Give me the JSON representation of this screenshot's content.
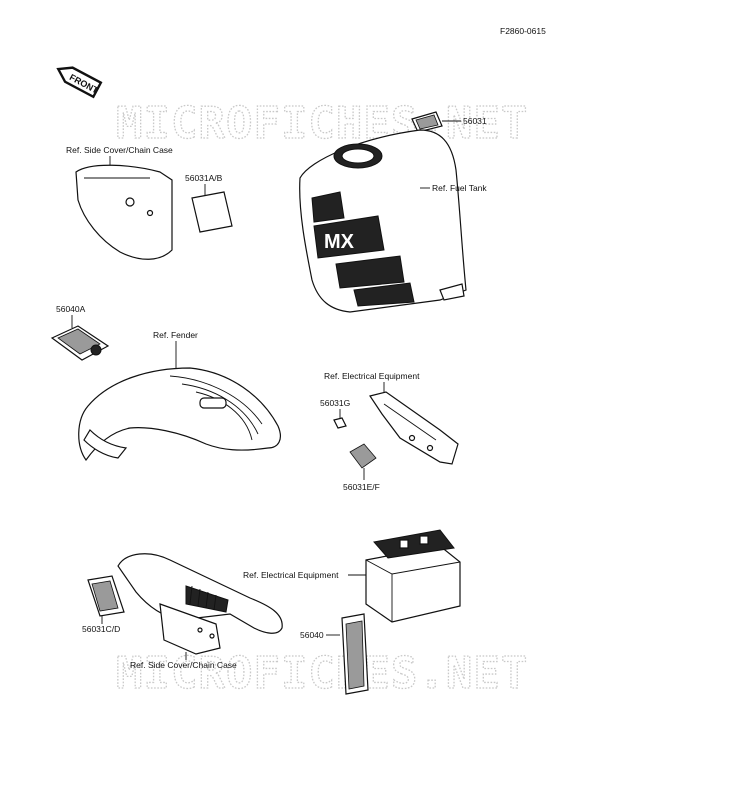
{
  "diagram_code": "F2860-0615",
  "front_badge": "FRONT",
  "watermark": "MICROFICHES.NET",
  "tank_logo": "MX",
  "labels": {
    "part_56031": "56031",
    "ref_side_cover_top": "Ref. Side Cover/Chain Case",
    "part_56031ab": "56031A/B",
    "ref_fuel_tank": "Ref. Fuel Tank",
    "part_56040a": "56040A",
    "ref_fender": "Ref. Fender",
    "ref_electrical_top": "Ref. Electrical Equipment",
    "part_56031g": "56031G",
    "part_56031ef": "56031E/F",
    "ref_electrical_bottom": "Ref. Electrical Equipment",
    "part_56031cd": "56031C/D",
    "part_56040": "56040",
    "ref_side_cover_bottom": "Ref. Side Cover/Chain Case"
  },
  "colors": {
    "ink": "#111111",
    "watermark": "#c9c9c9"
  }
}
